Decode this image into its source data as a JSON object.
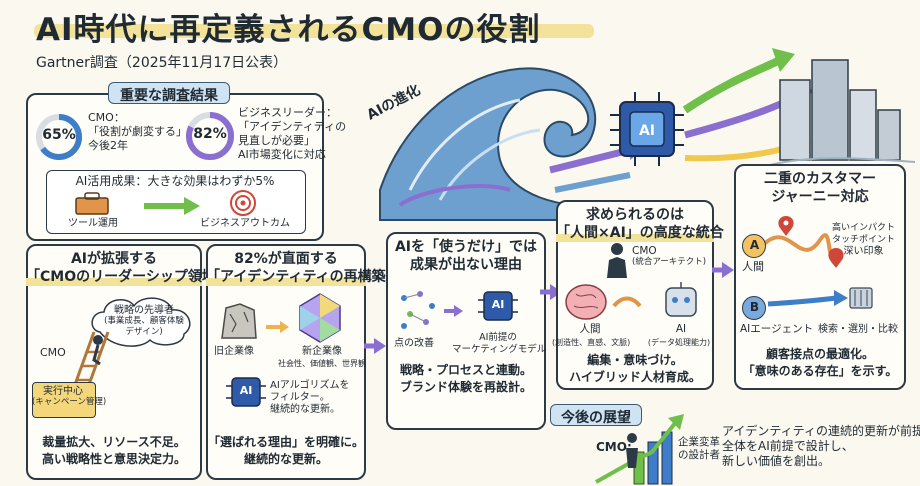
{
  "title": "AI時代に再定義されるCMOの役割",
  "subtitle": "Gartner調査（2025年11月17日公表）",
  "findings": {
    "banner": "重要な調査結果",
    "cmo_percent": "65%",
    "cmo_text": [
      "CMO：",
      "「役割が劇変する」",
      "今後2年"
    ],
    "leader_percent": "82%",
    "leader_text": [
      "ビジネスリーダー：",
      "「アイデンティティの",
      "見直しが必要」",
      "AI市場変化に対応"
    ],
    "ai_result": "AI活用成果：大きな効果はわずか5%",
    "tool_label": "ツール運用",
    "outcome_label": "ビジネスアウトカム"
  },
  "wave_label": "AIの進化",
  "ai_chip_label": "AI",
  "panel1": {
    "heading": [
      "AIが拡張する",
      "「CMOのリーダーシップ領域」"
    ],
    "cloud": [
      "戦略の先導者",
      "(事業成長、顧客体験",
      "デザイン)"
    ],
    "cmo_label": "CMO",
    "exec": [
      "実行中心",
      "(キャンペーン管理)"
    ],
    "body": [
      "裁量拡大、リソース不足。",
      "高い戦略性と意思決定力。"
    ]
  },
  "panel2": {
    "heading": [
      "82%が直面する",
      "「アイデンティティの再構築」"
    ],
    "old_label": "旧企業像",
    "new_label": "新企業像",
    "new_sub": "社会性、価値観、世界観",
    "chip": "AI",
    "algo": [
      "AIアルゴリズムを",
      "フィルター。",
      "継続的な更新。"
    ],
    "body": [
      "「選ばれる理由」を明確に。",
      "継続的な更新。"
    ]
  },
  "panel3": {
    "heading": [
      "AIを「使うだけ」では",
      "成果が出ない理由"
    ],
    "dots_label": "点の改善",
    "model_label": [
      "AI前提の",
      "マーケティングモデル"
    ],
    "chip": "AI",
    "body": [
      "戦略・プロセスと連動。",
      "ブランド体験を再設計。"
    ]
  },
  "panel4": {
    "heading": [
      "求められるのは",
      "「人間×AI」の高度な統合"
    ],
    "cmo_label": [
      "CMO",
      "(統合アーキテクト)"
    ],
    "human_label": "人間",
    "human_sub": "(創造性、直感、文脈)",
    "ai_label": "AI",
    "ai_sub": "(データ処理能力)",
    "body": [
      "編集・意味づけ。",
      "ハイブリッド人材育成。"
    ]
  },
  "panel5": {
    "heading": [
      "二重のカスタマー",
      "ジャーニー対応"
    ],
    "a_letter": "A",
    "a_label": "人間",
    "impact": [
      "高いインパクト",
      "タッチポイント",
      "深い印象"
    ],
    "b_letter": "B",
    "b_label": "AIエージェント",
    "filter_label": "検索・選別・比較",
    "body": [
      "顧客接点の最適化。",
      "「意味のある存在」を示す。"
    ]
  },
  "outlook": {
    "banner": "今後の展望",
    "cmo_label": "CMO:",
    "designer": [
      "企業変革",
      "の設計者"
    ],
    "text": [
      "アイデンティティの連続的更新が前提。",
      "全体をAI前提で設計し、",
      "新しい価値を創出。"
    ]
  },
  "colors": {
    "banner": "#cfe3f3",
    "highlight": "#f3e39a",
    "purple": "#8a6fd1",
    "green": "#6fbf4a",
    "orange": "#e58a2e",
    "blue": "#3e7ec8"
  }
}
